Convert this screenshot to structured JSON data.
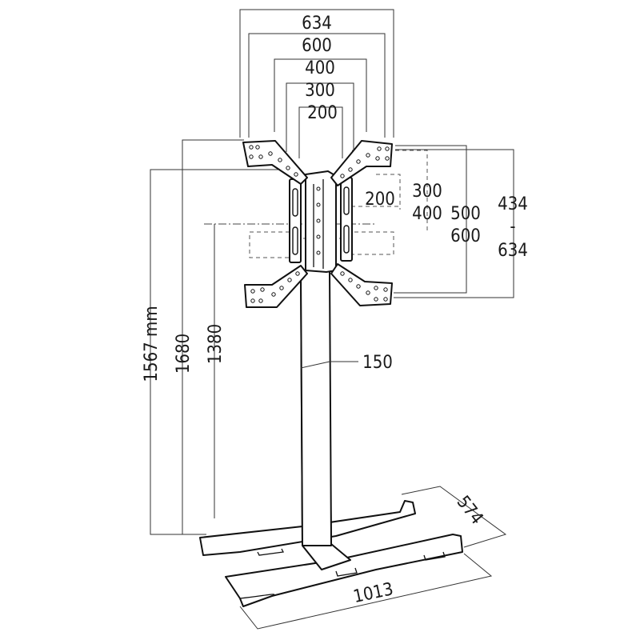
{
  "dimensions": {
    "width_overall": "634",
    "width_600": "600",
    "width_400": "400",
    "width_300": "300",
    "width_200": "200",
    "vesa_v_200": "200",
    "vesa_v_300": "300",
    "vesa_v_400": "400",
    "vesa_v_500": "500",
    "vesa_v_600": "600",
    "height_range_min": "434",
    "height_range_sep": "-",
    "height_range_max": "634",
    "total_height": "1567 mm",
    "height_1680": "1680",
    "height_1380": "1380",
    "column_width": "150",
    "base_depth": "574",
    "base_width": "1013"
  }
}
